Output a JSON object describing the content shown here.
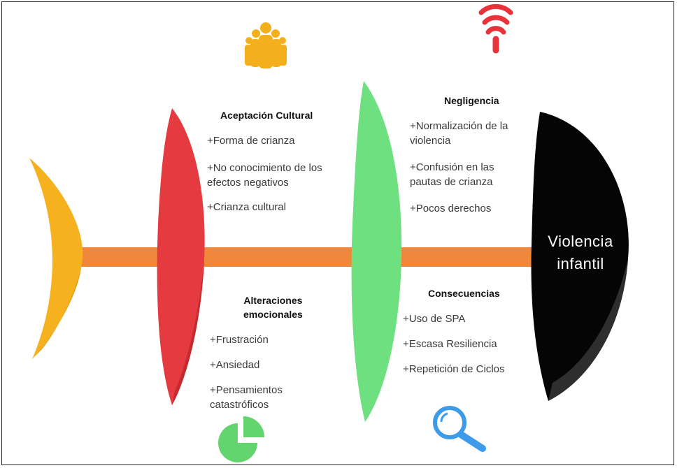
{
  "effect": {
    "line1": "Violencia",
    "line2": "infantil"
  },
  "categories": {
    "aceptacion": {
      "title": "Aceptación Cultural",
      "items": [
        "+Forma de crianza",
        "+No conocimiento  de los",
        "efectos  negativos",
        "+Crianza cultural"
      ]
    },
    "alteraciones": {
      "title_line1": "Alteraciones",
      "title_line2": "emocionales",
      "items": [
        "+Frustración",
        "+Ansiedad",
        "+Pensamientos",
        "catastróficos"
      ]
    },
    "negligencia": {
      "title": "Negligencia",
      "items": [
        "+Normalización de la",
        "violencia",
        "+Confusión en las",
        "pautas de crianza",
        "+Pocos derechos"
      ]
    },
    "consecuencias": {
      "title": "Consecuencias",
      "items": [
        "+Uso de SPA",
        "+Escasa Resiliencia",
        "+Repetición de Ciclos"
      ]
    }
  },
  "colors": {
    "spine": "#f0873a",
    "tail": "#f6b21e",
    "bone_red": "#e53a3f",
    "bone_green": "#6ee07f",
    "head": "#050505",
    "icon_people": "#f4b01c",
    "icon_wifi": "#e8333a",
    "icon_pie": "#63d46e",
    "icon_search": "#3d9bea"
  },
  "icons": [
    "people-icon",
    "wifi-icon",
    "pie-chart-icon",
    "search-icon"
  ]
}
